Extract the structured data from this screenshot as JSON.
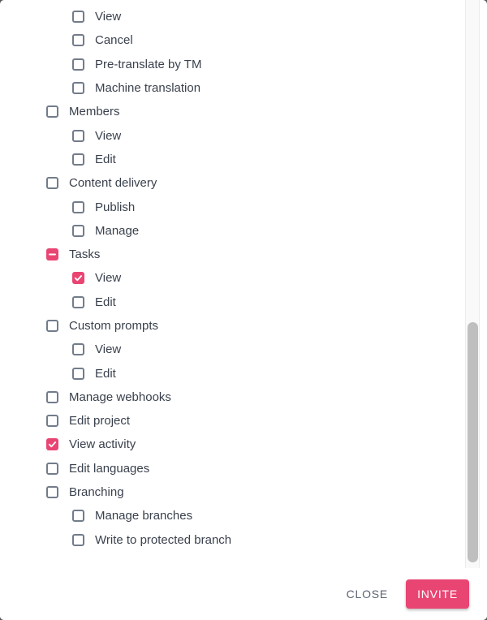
{
  "colors": {
    "accent": "#e94573",
    "label_text": "#3a414d",
    "checkbox_border": "#727c8a",
    "close_text": "#5d6472",
    "scrollbar_thumb": "#bfbfbf",
    "backdrop": "#565656"
  },
  "permissions": [
    {
      "label": "View",
      "level": 2,
      "state": "unchecked"
    },
    {
      "label": "Cancel",
      "level": 2,
      "state": "unchecked"
    },
    {
      "label": "Pre-translate by TM",
      "level": 2,
      "state": "unchecked"
    },
    {
      "label": "Machine translation",
      "level": 2,
      "state": "unchecked"
    },
    {
      "label": "Members",
      "level": 1,
      "state": "unchecked"
    },
    {
      "label": "View",
      "level": 2,
      "state": "unchecked"
    },
    {
      "label": "Edit",
      "level": 2,
      "state": "unchecked"
    },
    {
      "label": "Content delivery",
      "level": 1,
      "state": "unchecked"
    },
    {
      "label": "Publish",
      "level": 2,
      "state": "unchecked"
    },
    {
      "label": "Manage",
      "level": 2,
      "state": "unchecked"
    },
    {
      "label": "Tasks",
      "level": 1,
      "state": "indeterminate"
    },
    {
      "label": "View",
      "level": 2,
      "state": "checked"
    },
    {
      "label": "Edit",
      "level": 2,
      "state": "unchecked"
    },
    {
      "label": "Custom prompts",
      "level": 1,
      "state": "unchecked"
    },
    {
      "label": "View",
      "level": 2,
      "state": "unchecked"
    },
    {
      "label": "Edit",
      "level": 2,
      "state": "unchecked"
    },
    {
      "label": "Manage webhooks",
      "level": 1,
      "state": "unchecked"
    },
    {
      "label": "Edit project",
      "level": 1,
      "state": "unchecked"
    },
    {
      "label": "View activity",
      "level": 1,
      "state": "checked"
    },
    {
      "label": "Edit languages",
      "level": 1,
      "state": "unchecked"
    },
    {
      "label": "Branching",
      "level": 1,
      "state": "unchecked"
    },
    {
      "label": "Manage branches",
      "level": 2,
      "state": "unchecked"
    },
    {
      "label": "Write to protected branch",
      "level": 2,
      "state": "unchecked"
    }
  ],
  "footer": {
    "close_label": "CLOSE",
    "invite_label": "INVITE"
  }
}
